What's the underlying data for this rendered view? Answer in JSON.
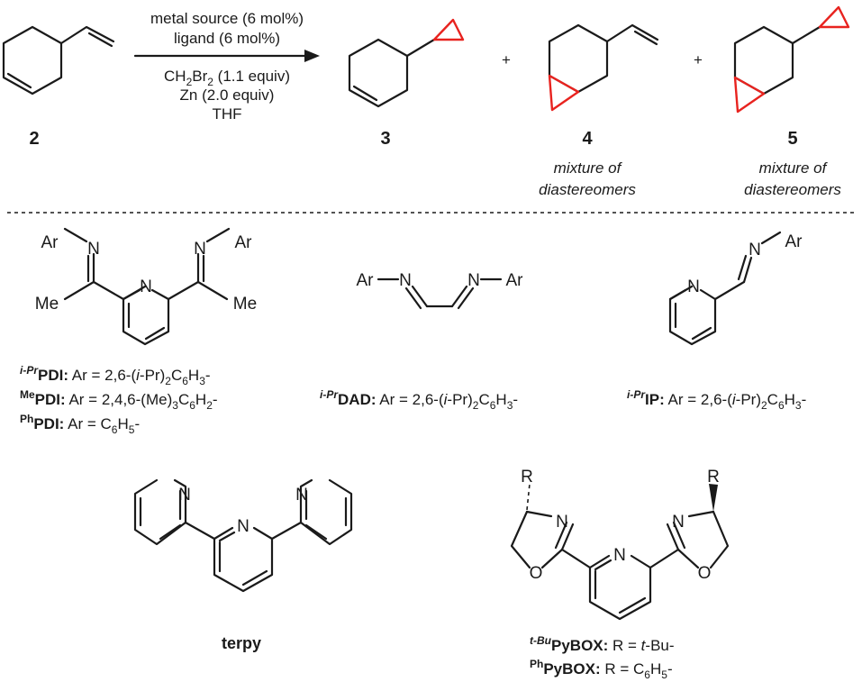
{
  "reaction": {
    "conditions": {
      "line1": "metal source (6 mol%)",
      "line2": "ligand (6 mol%)",
      "line3_main": "CH",
      "line3_sub": "2",
      "line3_rest": "Br",
      "line3_sub2": "2",
      "line3_tail": " (1.1 equiv)",
      "line4": "Zn (2.0 equiv)",
      "line5": "THF"
    },
    "plus": "+",
    "compounds": {
      "c2": "2",
      "c3": "3",
      "c4": "4",
      "c5": "5"
    },
    "mixture_line1": "mixture of",
    "mixture_line2": "diastereomers"
  },
  "ligands": {
    "pdi": {
      "atoms": {
        "ar": "Ar",
        "n": "N",
        "me": "Me"
      },
      "caption1": {
        "sup": "i-Pr",
        "name": "PDI:",
        "text": " Ar = 2,6-(",
        "ital": "i",
        "text2": "-Pr)",
        "sub1": "2",
        "text3": "C",
        "sub2": "6",
        "text4": "H",
        "sub3": "3",
        "text5": "-"
      },
      "caption2": {
        "sup": "Me",
        "name": "PDI:",
        "text": " Ar = 2,4,6-(Me)",
        "sub1": "3",
        "text3": "C",
        "sub2": "6",
        "text4": "H",
        "sub3": "2",
        "text5": "-"
      },
      "caption3": {
        "sup": "Ph",
        "name": "PDI:",
        "text": " Ar = C",
        "sub1": "6",
        "text3": "H",
        "sub2": "5",
        "text5": "-"
      }
    },
    "dad": {
      "atoms": {
        "ar": "Ar",
        "n": "N"
      },
      "caption": {
        "sup": "i-Pr",
        "name": "DAD:",
        "text": " Ar = 2,6-(",
        "ital": "i",
        "text2": "-Pr)",
        "sub1": "2",
        "text3": "C",
        "sub2": "6",
        "text4": "H",
        "sub3": "3",
        "text5": "-"
      }
    },
    "ip": {
      "atoms": {
        "ar": "Ar",
        "n": "N"
      },
      "caption": {
        "sup": "i-Pr",
        "name": "IP:",
        "text": " Ar = 2,6-(",
        "ital": "i",
        "text2": "-Pr)",
        "sub1": "2",
        "text3": "C",
        "sub2": "6",
        "text4": "H",
        "sub3": "3",
        "text5": "-"
      }
    },
    "terpy": {
      "atoms": {
        "n": "N"
      },
      "caption": "terpy"
    },
    "pybox": {
      "atoms": {
        "r": "R",
        "n": "N",
        "o": "O"
      },
      "caption1": {
        "sup": "t-Bu",
        "name": "PyBOX:",
        "text": " R = ",
        "ital": "t",
        "text2": "-Bu-"
      },
      "caption2": {
        "sup": "Ph",
        "name": "PyBOX:",
        "text": " R = C",
        "sub1": "6",
        "text3": "H",
        "sub2": "5",
        "text5": "-"
      }
    }
  },
  "colors": {
    "ink": "#1a1a1a",
    "cyclopropane": "#e8231f",
    "background": "#ffffff"
  }
}
